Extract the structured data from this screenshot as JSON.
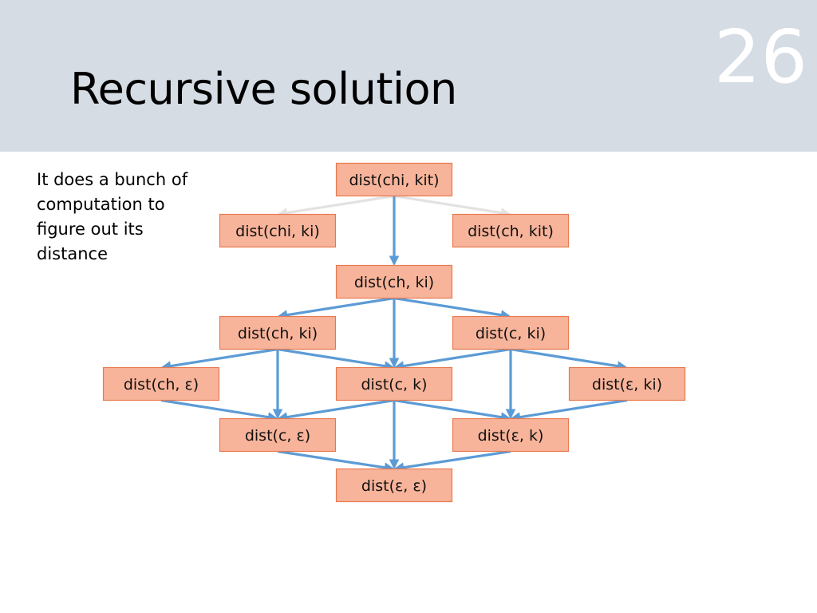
{
  "slide": {
    "title": "Recursive solution",
    "number": "26",
    "body_text": "It does a bunch of computation to figure out its distance"
  },
  "colors": {
    "header_bg": "#d5dce4",
    "node_fill": "#f7b49a",
    "node_border": "#e8794f",
    "edge": "#5b9bd5",
    "faded_edge": "#e4e1e1"
  },
  "diagram": {
    "nodes": [
      {
        "id": "n_chi_kit",
        "label": "dist(chi, kit)"
      },
      {
        "id": "n_chi_ki",
        "label": "dist(chi, ki)"
      },
      {
        "id": "n_ch_kit",
        "label": "dist(ch, kit)"
      },
      {
        "id": "n_ch_ki_top",
        "label": "dist(ch, ki)"
      },
      {
        "id": "n_ch_ki",
        "label": "dist(ch, ki)"
      },
      {
        "id": "n_c_ki",
        "label": "dist(c, ki)"
      },
      {
        "id": "n_ch_eps",
        "label": "dist(ch, ε)"
      },
      {
        "id": "n_c_k",
        "label": "dist(c, k)"
      },
      {
        "id": "n_eps_ki",
        "label": "dist(ε, ki)"
      },
      {
        "id": "n_c_eps",
        "label": "dist(c, ε)"
      },
      {
        "id": "n_eps_k",
        "label": "dist(ε, k)"
      },
      {
        "id": "n_eps_eps",
        "label": "dist(ε, ε)"
      }
    ],
    "edges": [
      {
        "from": "n_chi_kit",
        "to": "n_chi_ki",
        "style": "faded"
      },
      {
        "from": "n_chi_kit",
        "to": "n_ch_kit",
        "style": "faded"
      },
      {
        "from": "n_chi_kit",
        "to": "n_ch_ki_top",
        "style": "active"
      },
      {
        "from": "n_ch_ki_top",
        "to": "n_ch_ki",
        "style": "active"
      },
      {
        "from": "n_ch_ki_top",
        "to": "n_c_k",
        "style": "active"
      },
      {
        "from": "n_ch_ki_top",
        "to": "n_c_ki",
        "style": "active"
      },
      {
        "from": "n_ch_ki",
        "to": "n_ch_eps",
        "style": "active"
      },
      {
        "from": "n_ch_ki",
        "to": "n_c_eps",
        "style": "active"
      },
      {
        "from": "n_ch_ki",
        "to": "n_c_k",
        "style": "active"
      },
      {
        "from": "n_c_ki",
        "to": "n_c_k",
        "style": "active"
      },
      {
        "from": "n_c_ki",
        "to": "n_eps_k",
        "style": "active"
      },
      {
        "from": "n_c_ki",
        "to": "n_eps_ki",
        "style": "active"
      },
      {
        "from": "n_ch_eps",
        "to": "n_c_eps",
        "style": "active"
      },
      {
        "from": "n_c_k",
        "to": "n_c_eps",
        "style": "active"
      },
      {
        "from": "n_c_k",
        "to": "n_eps_k",
        "style": "active"
      },
      {
        "from": "n_c_k",
        "to": "n_eps_eps",
        "style": "active"
      },
      {
        "from": "n_eps_ki",
        "to": "n_eps_k",
        "style": "active"
      },
      {
        "from": "n_c_eps",
        "to": "n_eps_eps",
        "style": "active"
      },
      {
        "from": "n_eps_k",
        "to": "n_eps_eps",
        "style": "active"
      }
    ]
  }
}
